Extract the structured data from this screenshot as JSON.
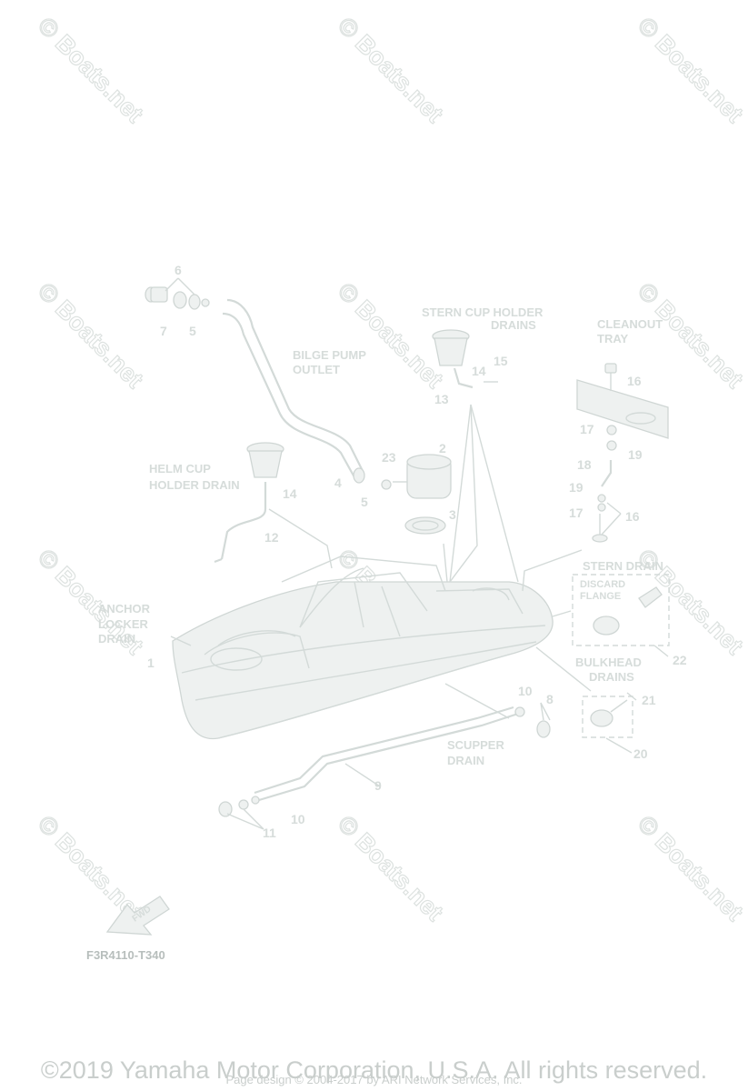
{
  "watermark": "© Boats.net",
  "labels": {
    "stern_cup_holder_1": "STERN CUP HOLDER",
    "stern_cup_holder_2": "DRAINS",
    "cleanout_1": "CLEANOUT",
    "cleanout_2": "TRAY",
    "bilge_1": "BILGE PUMP",
    "bilge_2": "OUTLET",
    "helm_1": "HELM CUP",
    "helm_2": "HOLDER DRAIN",
    "anchor_1": "ANCHOR",
    "anchor_2": "LOCKER",
    "anchor_3": "DRAIN",
    "stern_drain": "STERN DRAIN",
    "discard_1": "DISCARD",
    "discard_2": "FLANGE",
    "bulkhead_1": "BULKHEAD",
    "bulkhead_2": "DRAINS",
    "scupper_1": "SCUPPER",
    "scupper_2": "DRAIN",
    "fwd": "FWD"
  },
  "part_numbers": [
    "1",
    "2",
    "3",
    "4",
    "5",
    "5",
    "6",
    "7",
    "8",
    "9",
    "10",
    "10",
    "11",
    "12",
    "13",
    "14",
    "14",
    "15",
    "16",
    "16",
    "17",
    "17",
    "18",
    "19",
    "19",
    "20",
    "21",
    "22",
    "23"
  ],
  "diagram_code": "F3R4110-T340",
  "footer": {
    "copyright": "©2019 Yamaha Motor Corporation, U.S.A. All rights reserved.",
    "page_design": "Page design © 2004-2017 by ARI Network Services, Inc."
  }
}
